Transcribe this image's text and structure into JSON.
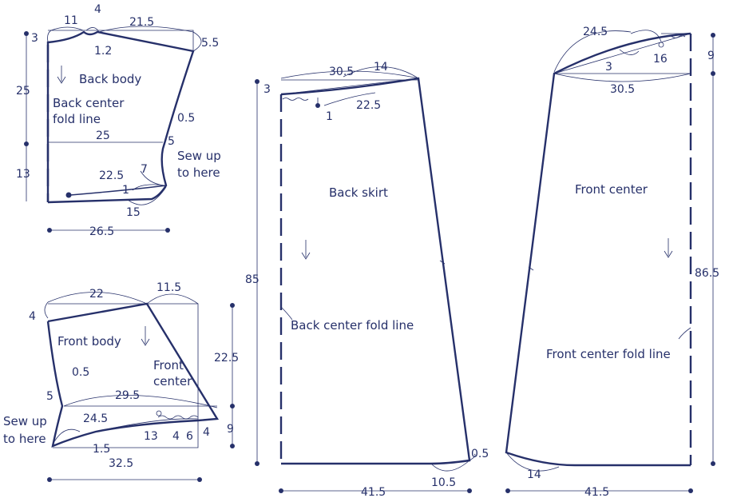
{
  "back_body": {
    "title": "Back body",
    "fold": [
      "Back center",
      "fold line"
    ],
    "sew": [
      "Sew up",
      "to here"
    ],
    "dims": {
      "neck_w": "11",
      "neck_d": "4",
      "shoulder": "21.5",
      "shoulder_drop": "5.5",
      "top_drop": "3",
      "neck_depth": "1.2",
      "length": "25",
      "waist_w": "25",
      "armhole_ease": "0.5",
      "side_slit": "5",
      "lower_len": "13",
      "hem_curve": "22.5",
      "hem_rise": "7",
      "hem_dip": "1",
      "hem_side": "15",
      "width": "26.5"
    }
  },
  "front_body": {
    "title": "Front body",
    "center": [
      "Front",
      "center"
    ],
    "sew": [
      "Sew up",
      "to here"
    ],
    "dims": {
      "top_w": "22",
      "top_ext": "11.5",
      "left_drop": "4",
      "height": "22.5",
      "ease": "0.5",
      "side_slit": "5",
      "hem_w": "29.5",
      "curve": "24.5",
      "curve_dip": "1.5",
      "gather": "13",
      "pleat_a": "4",
      "pleat_b": "6",
      "pleat_c": "4",
      "right_drop": "9",
      "width": "32.5"
    }
  },
  "back_skirt": {
    "title": "Back skirt",
    "fold": "Back center fold line",
    "dims": {
      "drop": "3",
      "waist": "30.5",
      "side_w": "14",
      "curve": "22.5",
      "dip": "1",
      "length": "85",
      "hem_side": "0.5",
      "hem_curve": "10.5",
      "width": "41.5"
    }
  },
  "front_skirt": {
    "title": "Front center",
    "fold": "Front center fold line",
    "dims": {
      "curve": "24.5",
      "gather": "16",
      "dart": "3",
      "drop": "9",
      "waist": "30.5",
      "length": "86.5",
      "hem_curve": "14",
      "width": "41.5"
    }
  }
}
